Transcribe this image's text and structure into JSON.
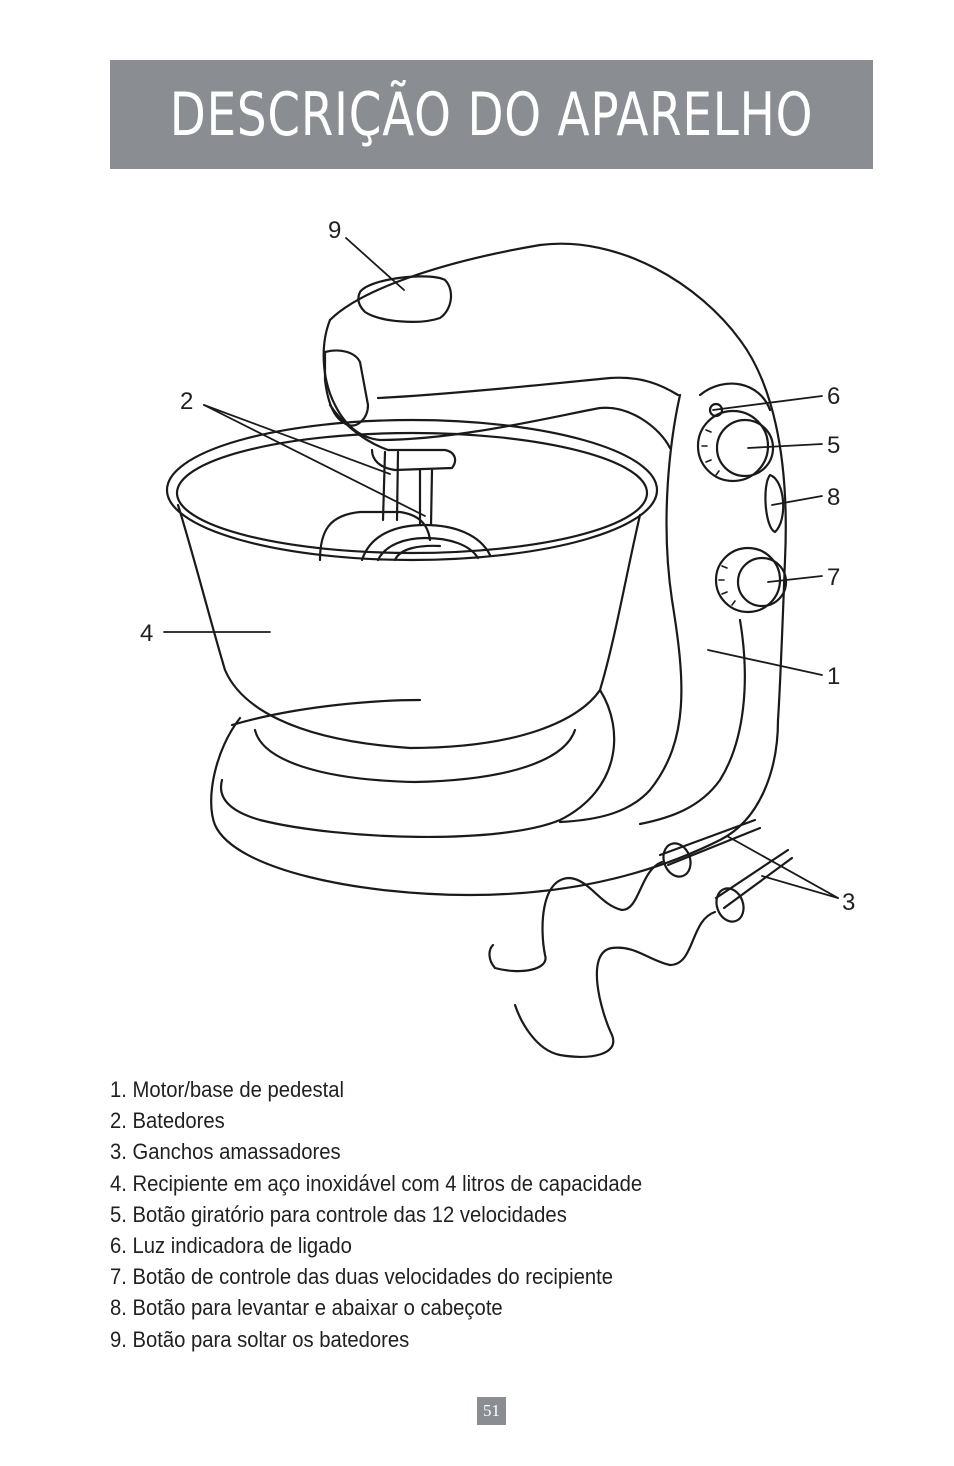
{
  "header": {
    "title": "DESCRIÇÃO DO APARELHO"
  },
  "figure": {
    "callouts": [
      "9",
      "2",
      "6",
      "5",
      "8",
      "7",
      "4",
      "1",
      "3"
    ]
  },
  "parts": [
    "1. Motor/base de pedestal",
    "2. Batedores",
    "3. Ganchos amassadores",
    "4. Recipiente em aço inoxidável com 4 litros de capacidade",
    "5. Botão giratório para controle das 12 velocidades",
    "6. Luz indicadora de ligado",
    "7. Botão de controle das duas velocidades do recipiente",
    "8. Botão para levantar e abaixar o cabeçote",
    "9. Botão para soltar os batedores"
  ],
  "footer": {
    "page_number": "51"
  },
  "colors": {
    "header_bg": "#8a8d92",
    "text": "#231f20",
    "line_art": "#1a1a1a"
  }
}
